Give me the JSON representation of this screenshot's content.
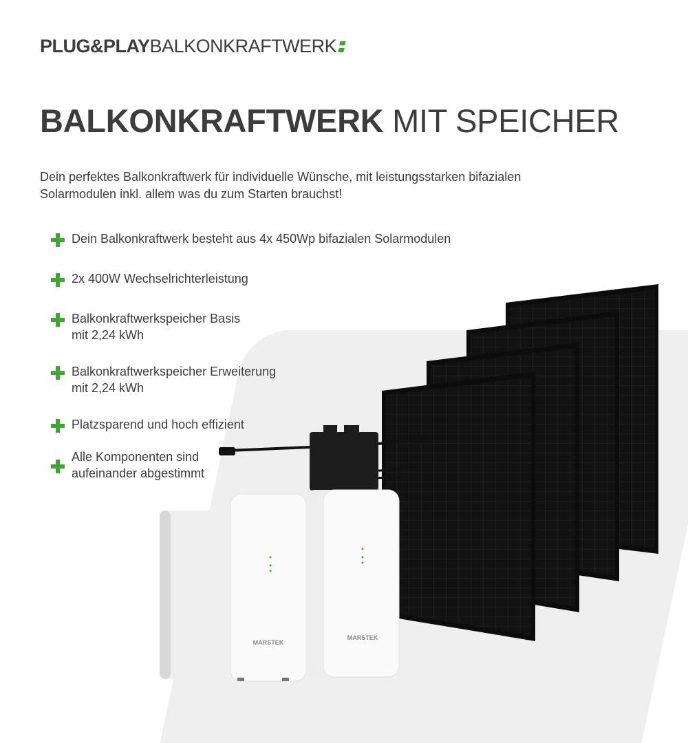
{
  "logo": {
    "bold": "PLUG&PLAY",
    "light": "BALKONKRAFTWERK"
  },
  "headline": {
    "bold": "BALKONKRAFTWERK",
    "light": "MIT SPEICHER"
  },
  "intro": "Dein perfektes Balkonkraftwerk für individuelle Wünsche, mit leistungsstarken bifazialen Solarmodulen inkl. allem was du zum Starten brauchst!",
  "features": [
    {
      "line1": "Dein Balkonkraftwerk besteht aus 4x 450Wp bifazialen Solarmodulen",
      "line2": ""
    },
    {
      "line1": "2x 400W Wechselrichterleistung",
      "line2": ""
    },
    {
      "line1": "Balkonkraftwerkspeicher Basis",
      "line2": "mit 2,24 kWh"
    },
    {
      "line1": "Balkonkraftwerkspeicher Erweiterung",
      "line2": "mit 2,24 kWh"
    },
    {
      "line1": "Platzsparend und hoch effizient",
      "line2": ""
    },
    {
      "line1": "Alle Komponenten sind",
      "line2": "aufeinander abgestimmt"
    }
  ],
  "battery_brand": "MARSTEK",
  "colors": {
    "accent": "#3fa535",
    "text": "#3c3c3b",
    "panel": "#141414"
  }
}
